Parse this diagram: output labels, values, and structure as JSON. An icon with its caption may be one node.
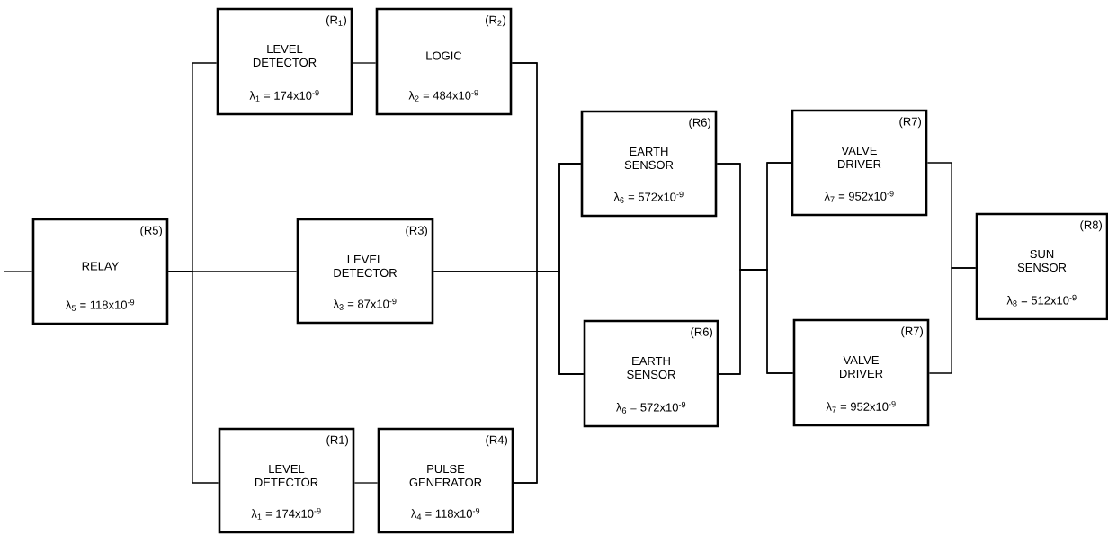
{
  "diagram": {
    "nodes": [
      {
        "text": [
          "(R5)",
          "RELAY",
          "λ$_{5}$ = 118x10$^{-9}$"
        ]
      },
      {
        "text": [
          "(R$_{1}$)",
          "LEVEL DETECTOR",
          "λ$_{1}$ = 174x10$^{-9}$"
        ]
      },
      {
        "text": [
          "(R$_{2}$)",
          "LOGIC",
          "λ$_{2}$ = 484x10$^{-9}$"
        ]
      },
      {
        "text": [
          "(R3)",
          "LEVEL DETECTOR",
          "λ$_{3}$ = 87x10$^{-9}$"
        ]
      },
      {
        "text": [
          "(R1)",
          "LEVEL DETECTOR",
          "λ$_{1}$ = 174x10$^{-9}$"
        ]
      },
      {
        "text": [
          "(R4)",
          "PULSE GENERATOR",
          "λ$_{4}$ = 118x10$^{-9}$"
        ]
      },
      {
        "text": [
          "(R6)",
          "EARTH SENSOR",
          "λ$_{6}$ = 572x10$^{-9}$"
        ]
      },
      {
        "text": [
          "(R6)",
          "EARTH SENSOR",
          "λ$_{6}$ = 572x10$^{-9}$"
        ]
      },
      {
        "text": [
          "(R7)",
          "VALVE DRIVER",
          "λ$_{7}$ = 952x10$^{-9}$"
        ]
      },
      {
        "text": [
          "(R7)",
          "VALVE DRIVER",
          "λ$_{7}$ = 952x10$^{-9}$"
        ]
      },
      {
        "text": [
          "(R8)",
          "SUN SENSOR",
          "λ$_{8}$ = 512x10$^{-9}$"
        ]
      }
    ],
    "edges": [
      {
        "from": null,
        "to": 0,
        "arrow": "none"
      },
      {
        "from": 0,
        "to": 1,
        "arrow": "none"
      },
      {
        "from": 0,
        "to": 3,
        "arrow": "none"
      },
      {
        "from": 0,
        "to": 4,
        "arrow": "none"
      },
      {
        "from": 1,
        "to": 2,
        "arrow": "none"
      },
      {
        "from": 4,
        "to": 5,
        "arrow": "none"
      },
      {
        "from": 2,
        "to": 6,
        "arrow": "none"
      },
      {
        "from": 2,
        "to": 7,
        "arrow": "none"
      },
      {
        "from": 3,
        "to": 6,
        "arrow": "none"
      },
      {
        "from": 3,
        "to": 7,
        "arrow": "none"
      },
      {
        "from": 5,
        "to": 6,
        "arrow": "none"
      },
      {
        "from": 5,
        "to": 7,
        "arrow": "none"
      },
      {
        "from": 6,
        "to": 8,
        "arrow": "none"
      },
      {
        "from": 6,
        "to": 9,
        "arrow": "none"
      },
      {
        "from": 7,
        "to": 8,
        "arrow": "none"
      },
      {
        "from": 7,
        "to": 9,
        "arrow": "none"
      },
      {
        "from": 8,
        "to": 10,
        "arrow": "none"
      },
      {
        "from": 9,
        "to": 10,
        "arrow": "none"
      }
    ]
  }
}
